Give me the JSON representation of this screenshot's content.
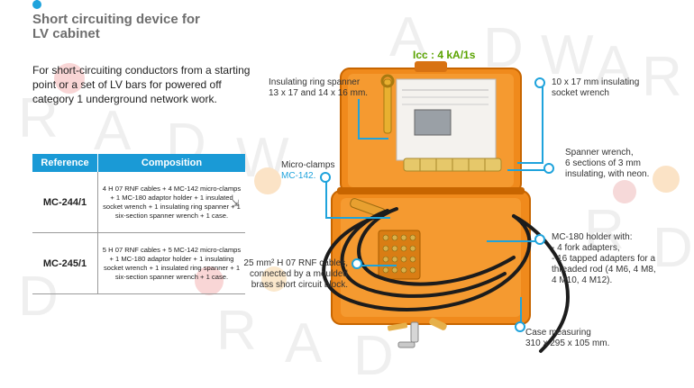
{
  "watermark": {
    "text": "RADWARD"
  },
  "title_line1": "Short circuiting device for",
  "title_line2": "LV cabinet",
  "intro": "For short-circuiting conductors from a starting point or a set of LV bars for powered off category 1 underground network work.",
  "table": {
    "headers": [
      "Reference",
      "Composition"
    ],
    "rows": [
      {
        "reference": "MC-244/1",
        "composition": "4 H 07 RNF cables + 4 MC-142 micro-clamps + 1 MC-180 adaptor holder + 1 insulated socket wrench + 1 insulating ring spanner + 1 six-section spanner wrench + 1 case."
      },
      {
        "reference": "MC-245/1",
        "composition": "5 H 07 RNF cables + 5 MC-142 micro-clamps + 1 MC-180 adaptor holder + 1 insulating socket wrench + 1 insulated ring spanner + 1 six-section spanner wrench + 1 case."
      }
    ]
  },
  "icc": "Icc : 4 kA/1s",
  "callouts": {
    "insulating_ring_spanner": [
      "Insulating ring spanner",
      "13 x 17 and 14 x 16 mm."
    ],
    "socket_wrench": [
      "10 x 17 mm insulating",
      "socket wrench"
    ],
    "spanner_wrench": [
      "Spanner wrench,",
      "6 sections of 3 mm",
      "insulating, with neon."
    ],
    "micro_clamps": [
      "Micro-clamps",
      "MC-142."
    ],
    "mc180_holder": [
      "MC-180 holder with:",
      "- 4 fork adapters,",
      "- 16 tapped adapters for a",
      "threaded rod (4 M6, 4 M8,",
      "4 M10, 4 M12)."
    ],
    "cables": [
      "25 mm² H 07 RNF cables,",
      "connected by a moulded",
      "brass short circuit block."
    ],
    "case": [
      "Case measuring",
      "310 x 295 x 105 mm."
    ]
  },
  "colors": {
    "accent": "#1fa3dc",
    "header_bg": "#1a9ad6",
    "icc_green": "#5aa300",
    "case_orange": "#f08a1c"
  }
}
